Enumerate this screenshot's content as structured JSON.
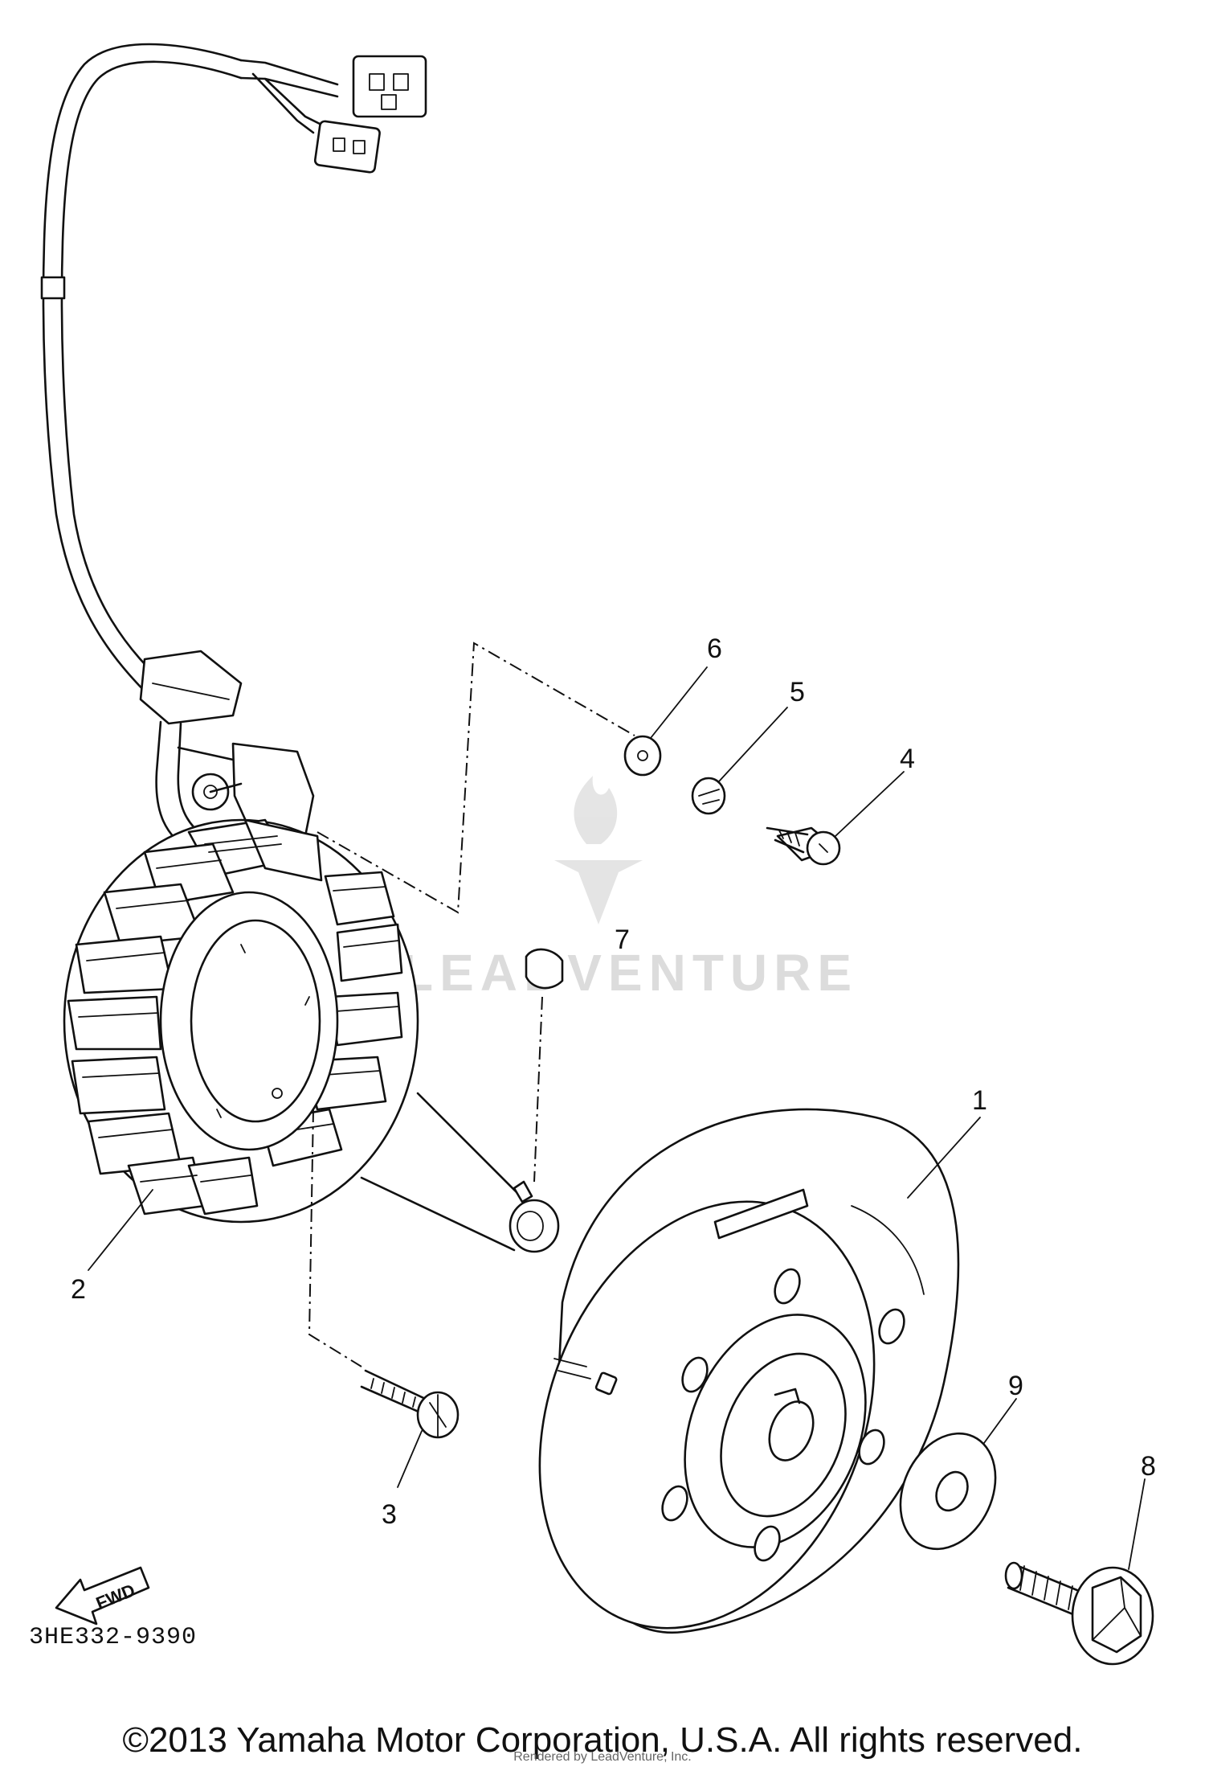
{
  "callouts": {
    "c1": "1",
    "c2": "2",
    "c3": "3",
    "c4": "4",
    "c5": "5",
    "c6": "6",
    "c7": "7",
    "c8": "8",
    "c9": "9"
  },
  "fwd_label": "FWD",
  "diagram_code": "3HE332-9390",
  "copyright": "©2013 Yamaha Motor Corporation, U.S.A. All rights reserved.",
  "rendered_by": "Rendered by LeadVenture, Inc.",
  "watermark": "LEADVENTURE",
  "colors": {
    "ink": "#111111",
    "watermark": "#d9d9d9",
    "background": "#ffffff"
  }
}
